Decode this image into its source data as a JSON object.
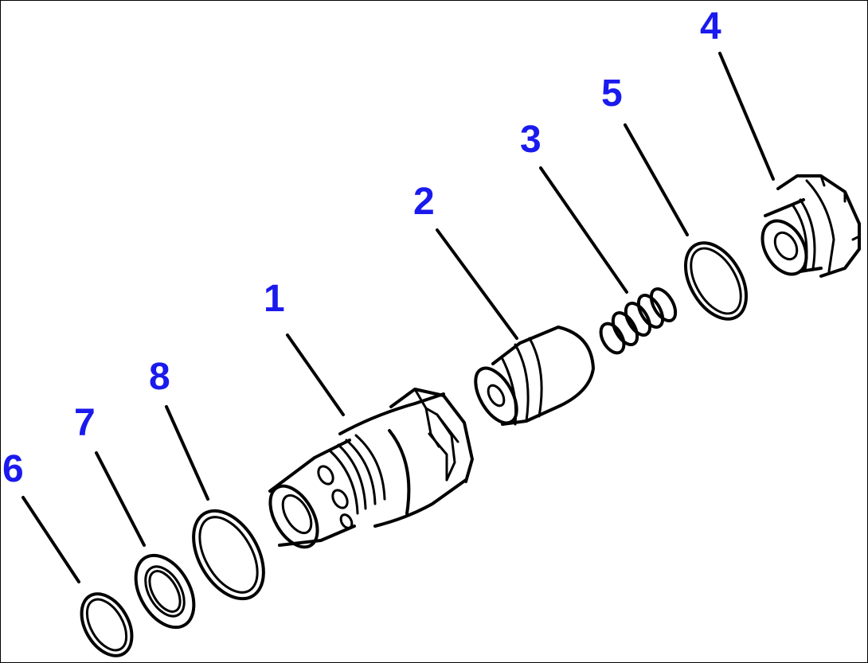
{
  "callouts": {
    "c1": "1",
    "c2": "2",
    "c3": "3",
    "c4": "4",
    "c5": "5",
    "c6": "6",
    "c7": "7",
    "c8": "8"
  },
  "colors": {
    "callout": "#1a1aee",
    "line": "#000000",
    "background": "#ffffff"
  }
}
